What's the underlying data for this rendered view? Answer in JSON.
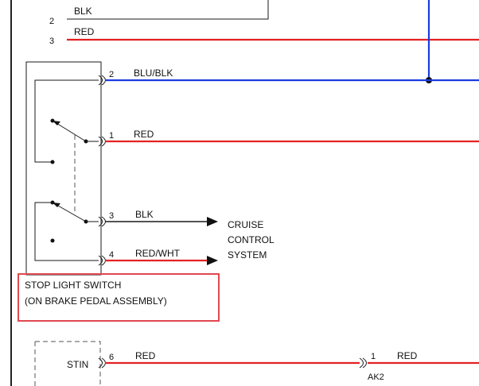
{
  "top_wires": {
    "pin_2": "2",
    "label_blk": "BLK",
    "pin_3": "3",
    "label_red": "RED"
  },
  "switch": {
    "pin_2": "2",
    "wire_2": "BLU/BLK",
    "pin_1": "1",
    "wire_1": "RED",
    "pin_3": "3",
    "wire_3": "BLK",
    "pin_4": "4",
    "wire_4": "RED/WHT",
    "label_line1": "STOP LIGHT SWITCH",
    "label_line2": "(ON BRAKE PEDAL ASSEMBLY)"
  },
  "cruise": {
    "line1": "CRUISE",
    "line2": "CONTROL",
    "line3": "SYSTEM"
  },
  "stin": {
    "label": "STIN",
    "pin": "6",
    "wire": "RED"
  },
  "ak2": {
    "pin": "1",
    "wire": "RED",
    "label": "AK2"
  },
  "colors": {
    "red_wire": "#e32222",
    "blue_wire": "#1a3be0",
    "black_wire": "#1a1a1a",
    "callout_box": "#e0484f"
  }
}
